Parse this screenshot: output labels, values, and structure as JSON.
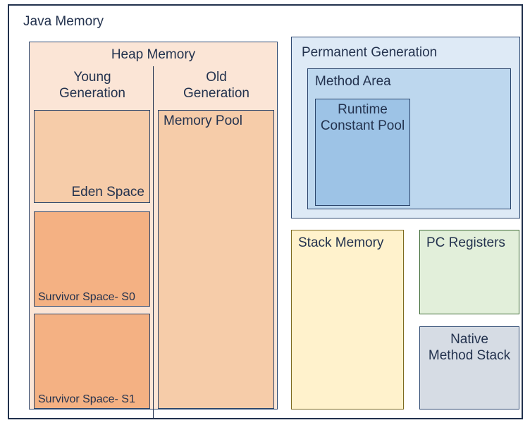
{
  "diagram": {
    "title": "Java Memory",
    "outline_color": "#21314d",
    "background": "#ffffff"
  },
  "heap": {
    "title": "Heap Memory",
    "fill": "#fbe5d6",
    "young": {
      "title": "Young\nGeneration",
      "eden": {
        "label": "Eden Space",
        "fill": "#f6cca9"
      },
      "survivor0": {
        "label": "Survivor Space- S0",
        "fill": "#f4b183"
      },
      "survivor1": {
        "label": "Survivor Space- S1",
        "fill": "#f4b183"
      }
    },
    "old": {
      "title": "Old\nGeneration",
      "memory_pool": {
        "label": "Memory Pool",
        "fill": "#f6cca9"
      }
    }
  },
  "permanent_generation": {
    "title": "Permanent Generation",
    "fill": "#deeaf6",
    "method_area": {
      "title": "Method Area",
      "fill": "#bdd7ee",
      "runtime_constant_pool": {
        "title": "Runtime\nConstant Pool",
        "fill": "#9dc3e6"
      }
    }
  },
  "stack_memory": {
    "title": "Stack Memory",
    "fill": "#fff2cc"
  },
  "pc_registers": {
    "title": "PC Registers",
    "fill": "#e2efda"
  },
  "native_method_stack": {
    "title": "Native\nMethod Stack",
    "fill": "#d6dce4"
  }
}
